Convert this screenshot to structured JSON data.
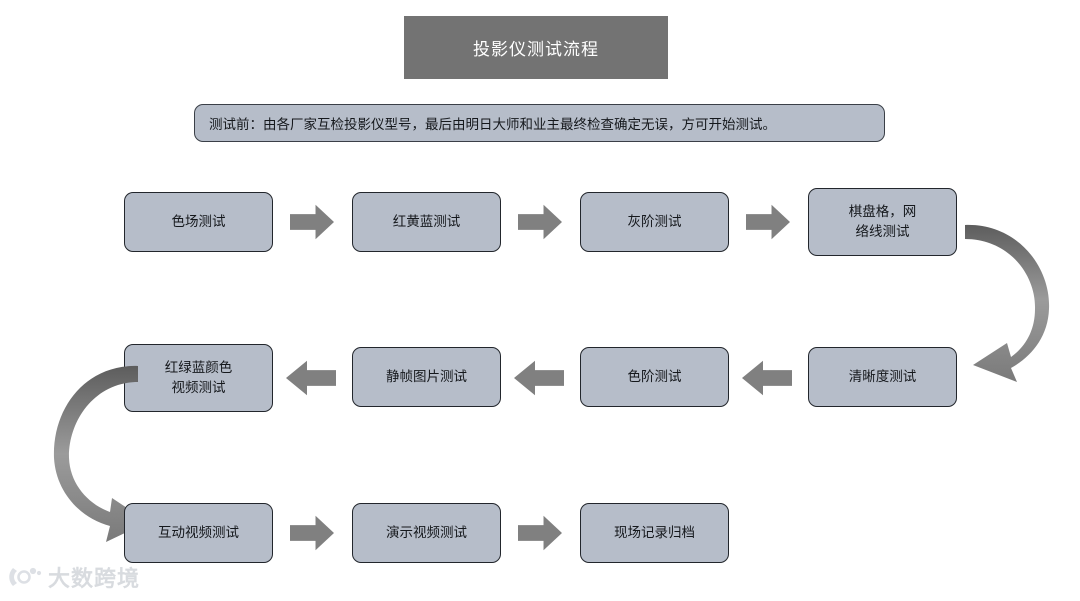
{
  "header": {
    "title": "投影仪测试流程"
  },
  "note": {
    "text": "测试前：由各厂家互检投影仪型号，最后由明日大师和业主最终检查确定无误，方可开始测试。"
  },
  "colors": {
    "title_banner_bg": "#737373",
    "node_fill": "#b6bdc9",
    "node_border": "#22262c",
    "arrow_gray": "#808080",
    "curve_gray": "#6e6e6e",
    "text": "#15181c",
    "title_text": "#ffffff",
    "page_bg": "#ffffff"
  },
  "flow": {
    "rows": [
      {
        "id": "row-1",
        "direction": "left-to-right",
        "nodes": [
          {
            "id": "node-1",
            "label": "色场测试"
          },
          {
            "id": "node-2",
            "label": "红黄蓝测试"
          },
          {
            "id": "node-3",
            "label": "灰阶测试"
          },
          {
            "id": "node-4",
            "label": "棋盘格，网\n络线测试"
          }
        ]
      },
      {
        "id": "row-2",
        "direction": "right-to-left",
        "nodes": [
          {
            "id": "node-5",
            "label": "红绿蓝颜色\n视频测试"
          },
          {
            "id": "node-6",
            "label": "静帧图片测试"
          },
          {
            "id": "node-7",
            "label": "色阶测试"
          },
          {
            "id": "node-8",
            "label": "清晰度测试"
          }
        ]
      },
      {
        "id": "row-3",
        "direction": "left-to-right",
        "nodes": [
          {
            "id": "node-9",
            "label": "互动视频测试"
          },
          {
            "id": "node-10",
            "label": "演示视频测试"
          },
          {
            "id": "node-11",
            "label": "现场记录归档"
          }
        ]
      }
    ],
    "connectors": [
      {
        "id": "arrow-1-2",
        "type": "straight-right"
      },
      {
        "id": "arrow-2-3",
        "type": "straight-right"
      },
      {
        "id": "arrow-3-4",
        "type": "straight-right"
      },
      {
        "id": "arrow-4-8",
        "type": "curve-right-down"
      },
      {
        "id": "arrow-8-7",
        "type": "straight-left"
      },
      {
        "id": "arrow-7-6",
        "type": "straight-left"
      },
      {
        "id": "arrow-6-5",
        "type": "straight-left"
      },
      {
        "id": "arrow-5-9",
        "type": "curve-left-down"
      },
      {
        "id": "arrow-9-10",
        "type": "straight-right"
      },
      {
        "id": "arrow-10-11",
        "type": "straight-right"
      }
    ]
  },
  "watermark": {
    "text": "大数跨境"
  }
}
